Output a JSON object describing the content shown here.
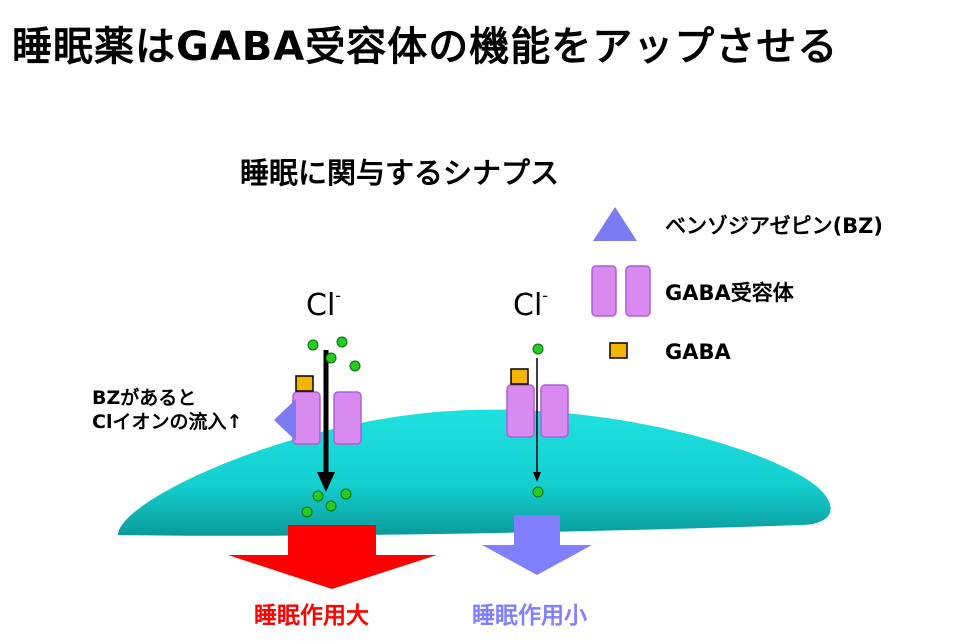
{
  "title": "睡眠薬はGABA受容体の機能をアップさせる",
  "subtitle": "睡眠に関与するシナプス",
  "legend": {
    "bz": "ベンゾジアゼピン(BZ)",
    "receptor": "GABA受容体",
    "gaba": "GABA"
  },
  "left": {
    "ion": "Cl",
    "ion_sup": "-",
    "note_line1": "BZがあると",
    "note_line2": "Clイオンの流入↑",
    "effect": "睡眠作用大"
  },
  "right": {
    "ion": "Cl",
    "ion_sup": "-",
    "effect": "睡眠作用小"
  },
  "colors": {
    "membrane": "#16d6d6",
    "receptor": "#d98af0",
    "gaba": "#f5b400",
    "bz": "#7b7bf2",
    "ion": "#22cc22",
    "effect_large": "#ff0000",
    "effect_small": "#8080ff"
  }
}
